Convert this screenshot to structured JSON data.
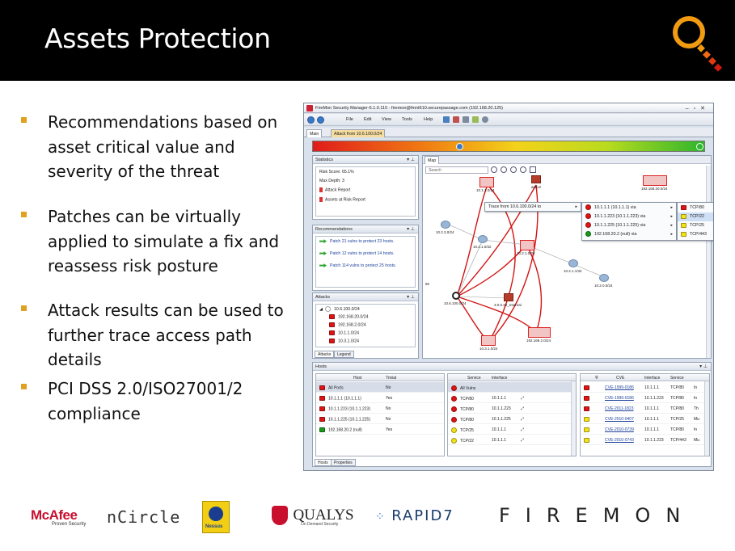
{
  "slide": {
    "title": "Assets Protection",
    "bullets": [
      "Recommendations based on asset critical value and severity of the threat",
      "Patches can be virtually applied to simulate a fix and reassess risk posture",
      "Attack results can be used to further trace access path details",
      "PCI DSS 2.0/ISO27001/2 compliance"
    ]
  },
  "app": {
    "title": "FireMon Security Manager-6.1.0.110 - firemon@fmnt610.securepassage.com (192.168.20.125)",
    "menu": [
      "File",
      "Edit",
      "View",
      "Tools",
      "Help"
    ],
    "tabs": [
      "Main",
      "Attack from 10.6.100.0/24"
    ],
    "statistics": {
      "label": "Statistics",
      "risk_score": "Risk Score: 65.1%",
      "max_depth": "Max Depth: 3",
      "links": [
        "Attack Report",
        "Assets at Risk Report"
      ]
    },
    "recommendations": {
      "label": "Recommendations",
      "items": [
        "Patch 21 vulns to protect 23 hosts.",
        "Patch 12 vulns to protect 14 hosts.",
        "Patch 114 vulns to protect 25 hosts."
      ]
    },
    "attacks": {
      "label": "Attacks",
      "root": "10.6.100.0/24",
      "children": [
        "192.168.20.0/24",
        "192.168.2.0/24",
        "10.1.1.0/24",
        "10.3.1.0/24"
      ],
      "tabs": [
        "Attacks",
        "Legend"
      ]
    },
    "map": {
      "tab": "Map",
      "search_placeholder": "Search",
      "nodes": [
        {
          "label": "10.1.1.0/24",
          "kind": "box"
        },
        {
          "label": "192.168.20.0/24",
          "kind": "box"
        },
        {
          "label": "10.2.3.0/24",
          "kind": "cloud"
        },
        {
          "label": "10.2.1.0/32",
          "kind": "cloud"
        },
        {
          "label": "10.2.1.0/24",
          "kind": "box"
        },
        {
          "label": "10.2.1.1/32",
          "kind": "cloud"
        },
        {
          "label": "10.2.0.0/24",
          "kind": "cloud"
        },
        {
          "label": "10.6.100.0/24",
          "kind": "source"
        },
        {
          "label": "3.0.0.22_Internal",
          "kind": "fw"
        },
        {
          "label": "10.3.1.0/24",
          "kind": "box"
        },
        {
          "label": "192.168.2.0/24",
          "kind": "box"
        },
        {
          "label": "aplio2",
          "kind": "fw"
        }
      ],
      "edge_label": "80"
    },
    "context_menu": {
      "trace": "Trace from 10.6.100.0/24 to",
      "via": [
        {
          "label": "10.1.1.1 (10.1.1.1) via",
          "color": "#e01414"
        },
        {
          "label": "10.1.1.223 (10.1.1.223) via",
          "color": "#e01414"
        },
        {
          "label": "10.1.1.225 (10.1.1.225) via",
          "color": "#e01414"
        },
        {
          "label": "192.168.20.2 (null) via",
          "color": "#1a9a1a"
        }
      ],
      "ports": [
        {
          "label": "TCP/80",
          "color": "#e01414"
        },
        {
          "label": "TCP/22",
          "color": "#f2e21a"
        },
        {
          "label": "TCP/25",
          "color": "#f2e21a"
        },
        {
          "label": "TCP/443",
          "color": "#f2e21a"
        }
      ]
    },
    "hosts": {
      "label": "Hosts",
      "host_grid": {
        "headers": [
          "Host",
          "Trivial"
        ],
        "rows": [
          {
            "host": "All Ports",
            "trivial": "No",
            "color": "#e01414"
          },
          {
            "host": "10.1.1.1 (10.1.1.1)",
            "trivial": "Yes",
            "color": "#e01414"
          },
          {
            "host": "10.1.1.223 (10.1.1.223)",
            "trivial": "No",
            "color": "#e01414"
          },
          {
            "host": "10.1.1.225 (10.1.1.225)",
            "trivial": "No",
            "color": "#e01414"
          },
          {
            "host": "192.168.20.2 (null)",
            "trivial": "Yes",
            "color": "#1a9a1a"
          }
        ]
      },
      "service_grid": {
        "headers": [
          "Service",
          "Interface"
        ],
        "rows": [
          {
            "service": "All Vulns",
            "iface": "",
            "color": "#e01414"
          },
          {
            "service": "TCP/80",
            "iface": "10.1.1.1",
            "color": "#e01414"
          },
          {
            "service": "TCP/80",
            "iface": "10.1.1.223",
            "color": "#e01414"
          },
          {
            "service": "TCP/80",
            "iface": "10.1.1.225",
            "color": "#e01414"
          },
          {
            "service": "TCP/25",
            "iface": "10.1.1.1",
            "color": "#f2e21a"
          },
          {
            "service": "TCP/22",
            "iface": "10.1.1.1",
            "color": "#f2e21a"
          }
        ]
      },
      "cve_grid": {
        "headers": [
          "CVE",
          "Interface",
          "Service"
        ],
        "rows": [
          {
            "cve": "CVE-1999-0186",
            "iface": "10.1.1.1",
            "svc": "TCP/80",
            "extra": "In",
            "color": "#e01414"
          },
          {
            "cve": "CVE-1999-0186",
            "iface": "10.1.1.223",
            "svc": "TCP/80",
            "extra": "In",
            "color": "#e01414"
          },
          {
            "cve": "CVE-2011-1823",
            "iface": "10.1.1.1",
            "svc": "TCP/80",
            "extra": "Th",
            "color": "#e01414"
          },
          {
            "cve": "CVE-2010-0407",
            "iface": "10.1.1.1",
            "svc": "TCP/25",
            "extra": "Mu",
            "color": "#f2e21a"
          },
          {
            "cve": "CVE-2010-0739",
            "iface": "10.1.1.1",
            "svc": "TCP/80",
            "extra": "In",
            "color": "#f2e21a"
          },
          {
            "cve": "CVE-2010-0743",
            "iface": "10.1.1.223",
            "svc": "TCP/443",
            "extra": "Mu",
            "color": "#f2e21a"
          }
        ]
      },
      "tabs": [
        "Hosts",
        "Properties"
      ]
    }
  },
  "logos": {
    "mcafee": "McAfee",
    "mcafee_tag": "Proven Security",
    "ncircle": "nCircle",
    "nessus": "Nessus",
    "qualys": "QUALYS",
    "qualys_tag": "On Demand Security",
    "rapid7": "RAPID7",
    "firemon": "FIREMON"
  }
}
